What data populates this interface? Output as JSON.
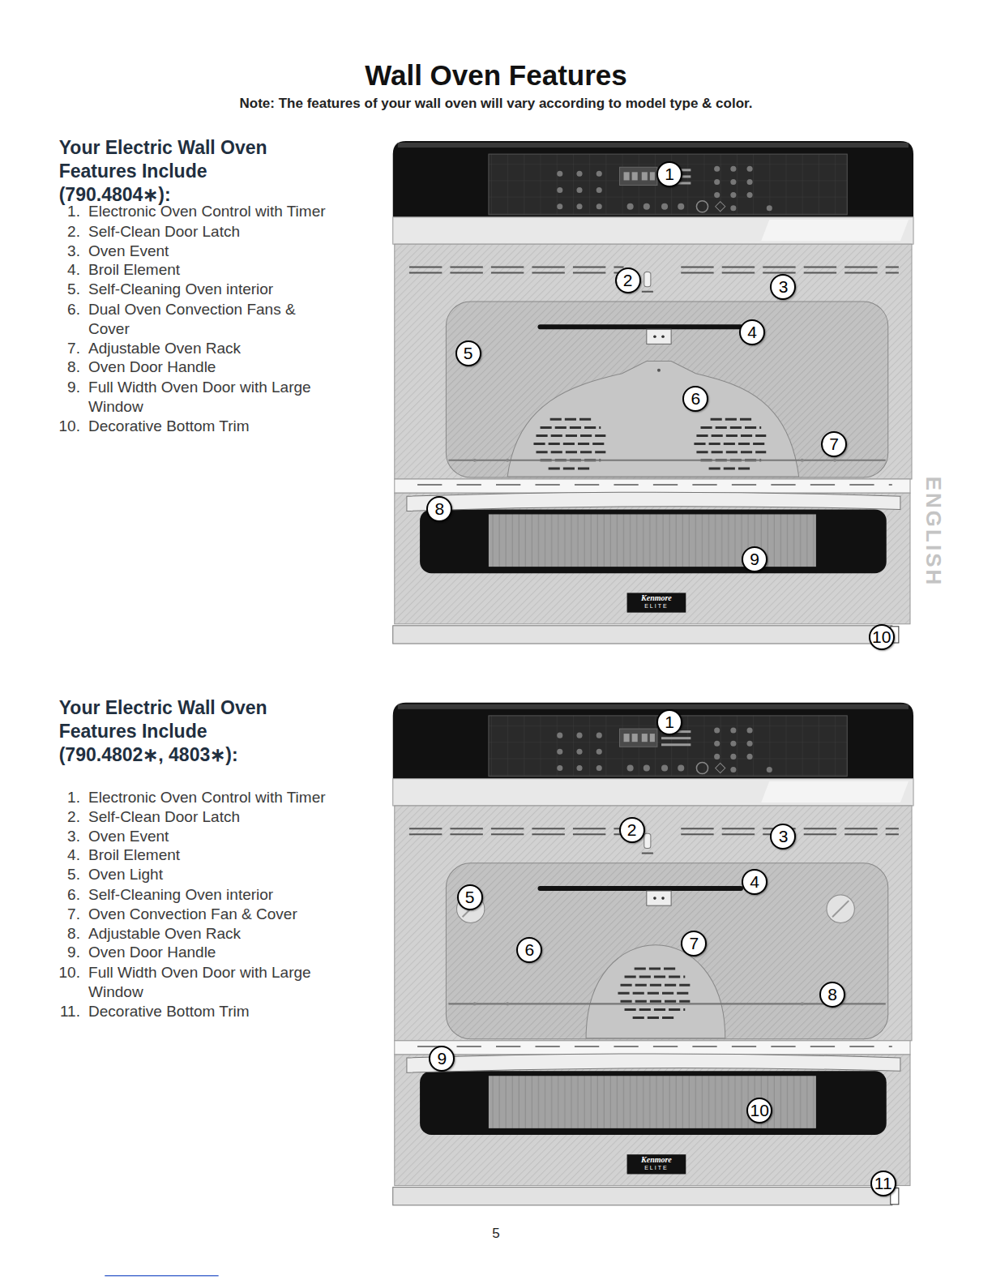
{
  "diagram": {
    "title": "Wall Oven Features",
    "labels": [
      "Note: The features of your wall oven will vary according to model type & color.",
      "Your Electric Wall Oven Features Include (790.4804∗):",
      "1.",
      "Electronic Oven Control with Timer",
      "2.",
      "Self-Clean Door Latch",
      "3.",
      "Oven Event",
      "4.",
      "Broil Element",
      "5.",
      "Self-Cleaning Oven interior",
      "6.",
      "Dual Oven Convection Fans & Cover",
      "7.",
      "Adjustable Oven Rack",
      "8.",
      "Oven Door Handle",
      "9.",
      "Full Width Oven Door with Large Window",
      "10.",
      "Decorative Bottom Trim",
      "1",
      "2",
      "3",
      "4",
      "5",
      "6",
      "7",
      "8",
      "9",
      "10",
      "Kenmore",
      "ELITE",
      "Your Electric Wall Oven Features Include (790.4802∗, 4803∗):",
      "1.",
      "Electronic Oven Control with Timer",
      "2.",
      "Self-Clean Door Latch",
      "3.",
      "Oven Event",
      "4.",
      "Broil Element",
      "5.",
      "Oven Light",
      "6.",
      "Self-Cleaning Oven interior",
      "7.",
      "Oven Convection Fan & Cover",
      "8.",
      "Adjustable Oven Rack",
      "9.",
      "Oven Door Handle",
      "10.",
      "Full Width Oven Door with Large Window",
      "11.",
      "Decorative Bottom Trim",
      "1",
      "2",
      "3",
      "4",
      "5",
      "6",
      "7",
      "8",
      "9",
      "10",
      "11",
      "Kenmore",
      "ELITE",
      "ENGLISH",
      "5"
    ]
  }
}
